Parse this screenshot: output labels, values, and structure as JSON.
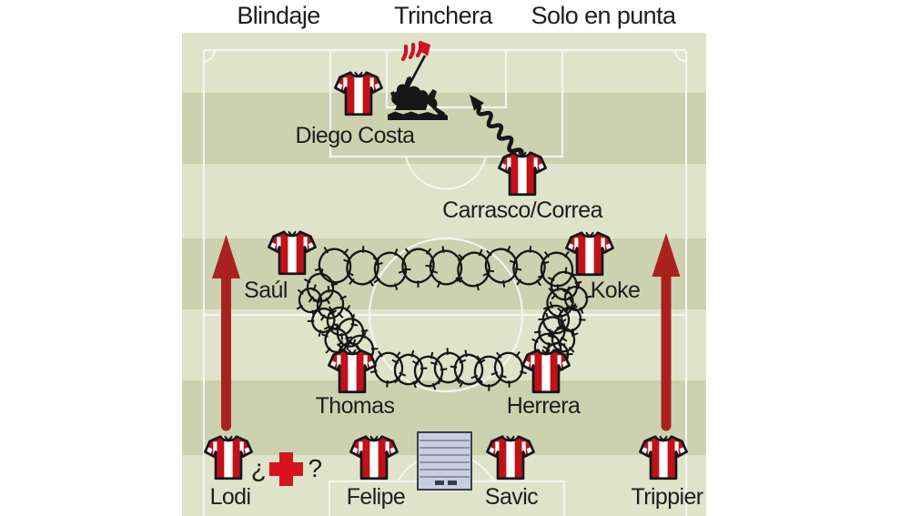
{
  "header": {
    "labels": [
      "Blindaje",
      "Trinchera",
      "Solo en punta"
    ]
  },
  "players": [
    {
      "name": "Diego Costa"
    },
    {
      "name": "Carrasco/Correa"
    },
    {
      "name": "Saúl"
    },
    {
      "name": "Koke"
    },
    {
      "name": "Thomas"
    },
    {
      "name": "Herrera"
    },
    {
      "name": "Lodi"
    },
    {
      "name": "Felipe"
    },
    {
      "name": "Savic"
    },
    {
      "name": "Trippier"
    }
  ],
  "annotations": {
    "question_open": "¿",
    "question_close": "?"
  },
  "icons": {
    "jersey": "atletico-striped-jersey-icon",
    "flag": "red-white-flag-icon",
    "flag_raising": "flag-raising-silhouette",
    "barbed_wire": "barbed-wire-coils",
    "medical_cross": "medical-cross-icon",
    "shutter": "closed-shutter-icon",
    "run_arrow": "squiggly-run-arrow",
    "overlap_arrow": "upfield-red-arrow"
  },
  "colors": {
    "background": "#ffffff",
    "pitch_light": "#dfe3c9",
    "pitch_dark": "#ccd1af",
    "line_white": "#f4f5ee",
    "jersey_red": "#c11119",
    "arrow_red": "#a82320",
    "cross_red": "#d6141f",
    "flag_red": "#cf1126",
    "ink_black": "#161616",
    "text_color": "#1e1e1e",
    "shutter_fill": "#c8cddf",
    "shutter_line": "#8d93a6",
    "shutter_border": "#3a3e49"
  }
}
